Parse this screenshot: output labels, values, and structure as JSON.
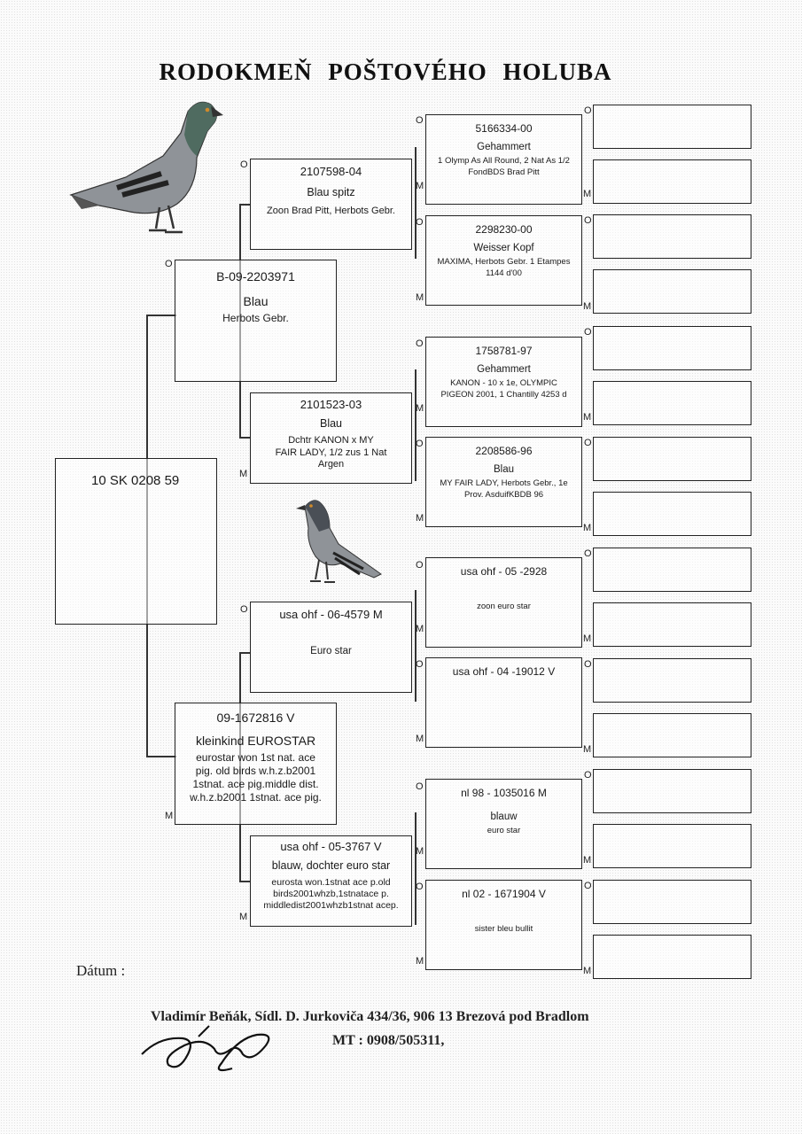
{
  "title": "RODOKMEŇ POŠTOVÉHO HOLUBA",
  "bird": {
    "ring": "10 SK 0208 59"
  },
  "father": {
    "ring": "B-09-2203971",
    "color": "Blau",
    "note": "Herbots Gebr."
  },
  "mother": {
    "ring": "09-1672816 V",
    "color": "kleinkind EUROSTAR",
    "note_lines": [
      "eurostar won 1st nat. ace",
      "pig. old birds w.h.z.b2001",
      "1stnat. ace pig.middle dist.",
      "w.h.z.b2001 1stnat. ace pig."
    ]
  },
  "parents_gen2": {
    "ff": {
      "ring": "2107598-04",
      "color": "Blau spitz",
      "note": "Zoon Brad Pitt, Herbots Gebr."
    },
    "fm": {
      "ring": "2101523-03",
      "color": "Blau",
      "note_lines": [
        "Dchtr KANON x MY",
        "FAIR LADY, 1/2 zus  1 Nat",
        "Argen"
      ]
    },
    "mf": {
      "ring": "usa ohf - 06-4579 M",
      "color": "Euro star",
      "note": ""
    },
    "mm": {
      "ring": "usa ohf - 05-3767 V",
      "color": "blauw, dochter euro star",
      "note_lines": [
        "eurosta won.1stnat ace p.old",
        "birds2001whzb,1stnatace p.",
        "middledist2001whzb1stnat acep."
      ]
    }
  },
  "gen3": [
    {
      "ring": "5166334-00",
      "color": "Gehammert",
      "note_lines": [
        "1 Olymp As All Round, 2 Nat As 1/2",
        "FondBDS Brad Pitt"
      ]
    },
    {
      "ring": "2298230-00",
      "color": "Weisser Kopf",
      "note_lines": [
        "MAXIMA, Herbots Gebr. 1 Etampes",
        "1144 d'00"
      ]
    },
    {
      "ring": "1758781-97",
      "color": "Gehammert",
      "note_lines": [
        "KANON - 10 x 1e, OLYMPIC",
        "PIGEON 2001, 1 Chantilly 4253 d"
      ]
    },
    {
      "ring": "2208586-96",
      "color": "Blau",
      "note_lines": [
        "MY FAIR LADY, Herbots Gebr., 1e",
        "Prov. AsduifKBDB 96"
      ]
    },
    {
      "ring": "usa ohf - 05 -2928",
      "color": "",
      "note_lines": [
        "zoon euro star"
      ]
    },
    {
      "ring": "usa ohf - 04 -19012 V",
      "color": "",
      "note_lines": []
    },
    {
      "ring": "nl 98 - 1035016 M",
      "color": "blauw",
      "note_lines": [
        "euro star"
      ]
    },
    {
      "ring": "nl 02 - 1671904 V",
      "color": "",
      "note_lines": [
        "sister bleu bullit"
      ]
    }
  ],
  "labels": {
    "male": "O",
    "female": "M"
  },
  "footer": {
    "date_label": "Dátum :",
    "address": "Vladimír Beňák,  Sídl. D. Jurkoviča 434/36, 906 13 Brezová pod Bradlom",
    "phone": "MT : 0908/505311,",
    "signature": "Beňák"
  },
  "icons": {
    "pigeon_large": "pigeon-icon",
    "pigeon_small": "pigeon-icon",
    "signature": "signature-icon"
  },
  "colors": {
    "ink": "#222222",
    "pigeon_body": "#8f9398",
    "pigeon_neck": "#4f6b60"
  }
}
